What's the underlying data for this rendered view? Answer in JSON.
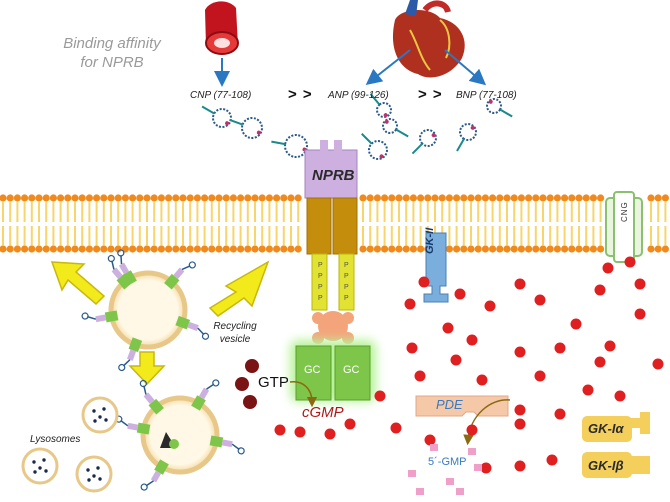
{
  "title": "Binding affinity for NPRB",
  "peptides": {
    "cnp": "CNP (77-108)",
    "anp": "ANP (99-126)",
    "bnp": "BNP (77-108)",
    "gt1": "> >",
    "gt2": "> >"
  },
  "receptor": "NPRB",
  "gc_left": "GC",
  "gc_right": "GC",
  "phospho": "P",
  "gtp": "GTP",
  "cgmp": "cGMP",
  "pde": "PDE",
  "gmp": "5´-GMP",
  "gk2": "GK-II",
  "cng": "CNG",
  "gk1a": "GK-Iα",
  "gk1b": "GK-Iβ",
  "recycling": "Recycling vesicle",
  "lysosomes": "Lysosomes",
  "colors": {
    "membrane_head": "#f08a1c",
    "membrane_tail": "#f7d56a",
    "receptor_top": "#cdb0e0",
    "receptor_mid": "#c48e0c",
    "receptor_low": "#e2e232",
    "gc": "#7dc64a",
    "gc_glow": "#b8f29a",
    "cgmp_dot": "#e02020",
    "gtp_dot": "#7a1414",
    "pde": "#f5c8a8",
    "gmp_square": "#f0a0c8",
    "gk2": "#7aaedc",
    "gk1": "#f4cf5c",
    "arrow_yellow": "#f2ea1a",
    "arrow_blue": "#2b78c2"
  }
}
